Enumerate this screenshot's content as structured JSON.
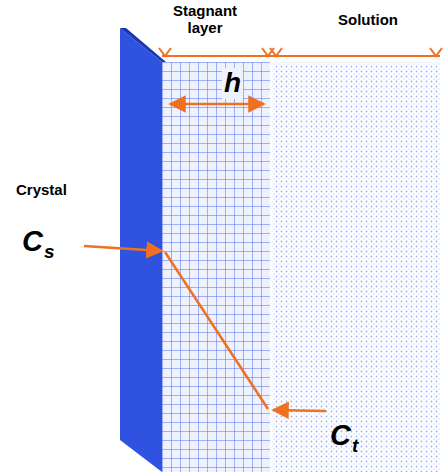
{
  "diagram": {
    "labels": [
      "Stagnant layer",
      "Solution",
      "Crystal",
      "h",
      "C",
      "s",
      "C",
      "t"
    ]
  }
}
